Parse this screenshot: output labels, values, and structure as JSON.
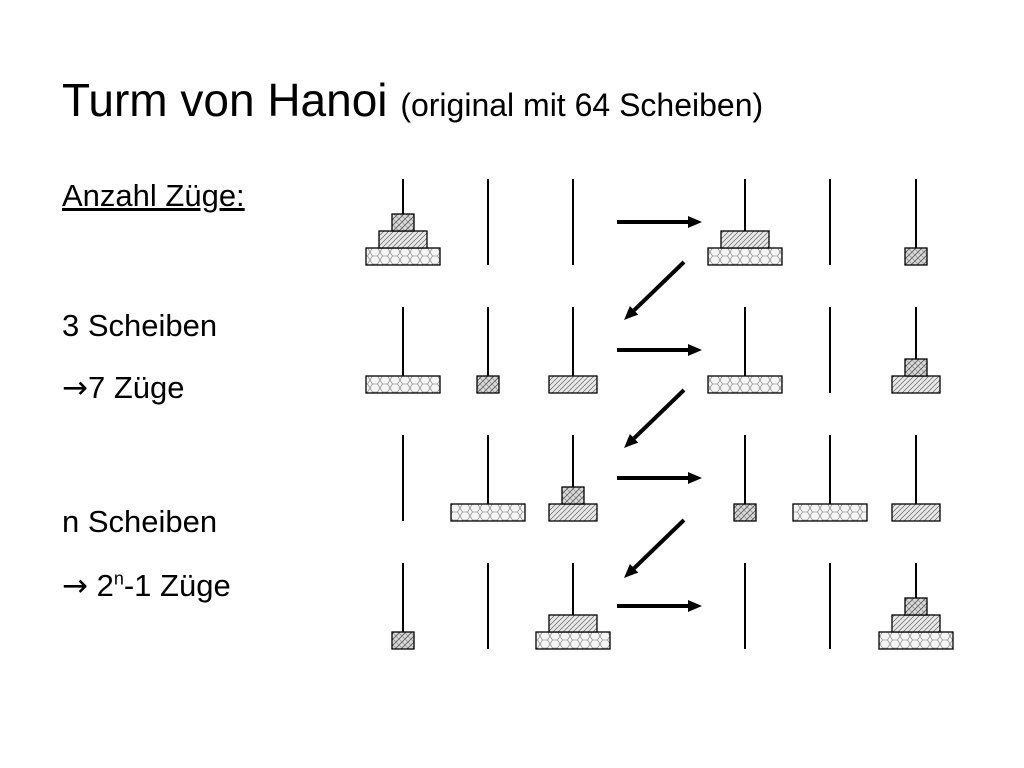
{
  "slide": {
    "title_main": "Turm von Hanoi",
    "title_sub": "(original mit 64 Scheiben)",
    "heading": "Anzahl Züge:",
    "case1_label": "3 Scheiben",
    "case1_arrow": "→",
    "case1_result": "7 Züge",
    "case2_label": "n Scheiben",
    "case2_arrow": "→",
    "case2_base": " 2",
    "case2_exp": "n",
    "case2_rest": "-1 Züge"
  },
  "diagram": {
    "disk_count": 3,
    "stroke_color": "#000000",
    "fill_colors": {
      "small": "#d9d9d9",
      "medium": "#e8e8e8",
      "large": "#f4f4f4"
    },
    "states": [
      [
        [
          3,
          2,
          1
        ],
        [],
        []
      ],
      [
        [
          3,
          2
        ],
        [],
        [
          1
        ]
      ],
      [
        [
          3
        ],
        [
          1
        ],
        [
          2
        ]
      ],
      [
        [
          3
        ],
        [],
        [
          2,
          1
        ]
      ],
      [
        [],
        [
          3
        ],
        [
          2,
          1
        ]
      ],
      [
        [
          1
        ],
        [
          3
        ],
        [
          2
        ]
      ],
      [
        [
          1
        ],
        [],
        [
          3,
          2
        ]
      ],
      [
        [],
        [],
        [
          3,
          2,
          1
        ]
      ]
    ]
  }
}
